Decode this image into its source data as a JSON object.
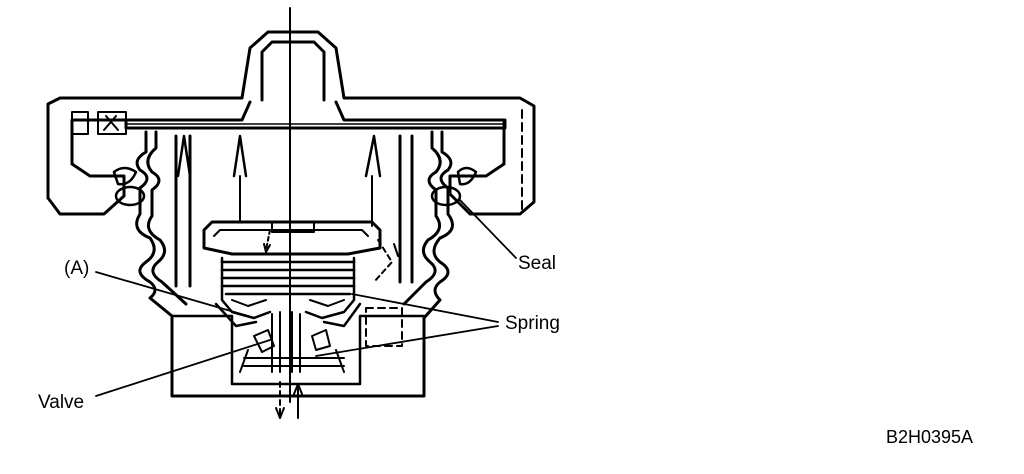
{
  "diagram": {
    "labels": {
      "seal": "Seal",
      "a": "(A)",
      "spring": "Spring",
      "valve": "Valve"
    },
    "figure_code": "B2H0395A"
  }
}
